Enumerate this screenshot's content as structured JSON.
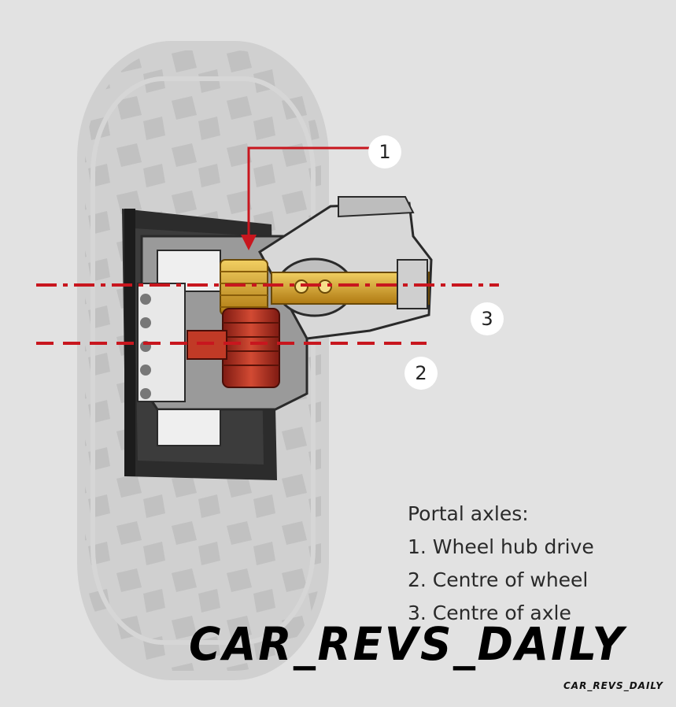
{
  "callouts": [
    {
      "number": "1",
      "meaning": "Wheel hub drive"
    },
    {
      "number": "2",
      "meaning": "Centre of wheel"
    },
    {
      "number": "3",
      "meaning": "Centre of axle"
    }
  ],
  "legend": {
    "title": "Portal axles:",
    "items": [
      "1. Wheel hub drive",
      "2. Centre of wheel",
      "3. Centre of axle"
    ]
  },
  "watermark": {
    "large": "CAR_REVS_DAILY",
    "small": "CAR_REVS_DAILY"
  },
  "colors": {
    "background": "#e2e2e2",
    "tyre": "#cfcfcf",
    "tread": "#c1c1c1",
    "guide_red": "#c8161e",
    "gear_gold": "#d9a02a",
    "gear_red": "#b8281c"
  }
}
